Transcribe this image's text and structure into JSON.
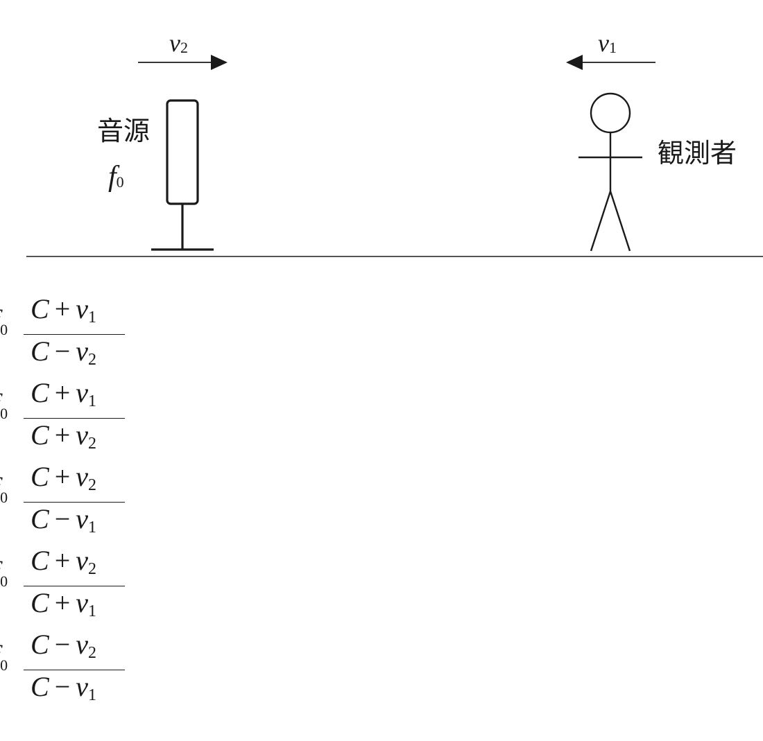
{
  "source": {
    "label": "音源",
    "freq_symbol": "f",
    "freq_subscript": "0"
  },
  "observer": {
    "label": "観測者"
  },
  "velocities": {
    "source": {
      "symbol": "v",
      "subscript": "2",
      "direction": "right"
    },
    "observer": {
      "symbol": "v",
      "subscript": "1",
      "direction": "left"
    }
  },
  "options": [
    {
      "num": {
        "a": "C",
        "op": "+",
        "v": "v",
        "sub": "1"
      },
      "den": {
        "a": "C",
        "op": "−",
        "v": "v",
        "sub": "2"
      }
    },
    {
      "num": {
        "a": "C",
        "op": "+",
        "v": "v",
        "sub": "1"
      },
      "den": {
        "a": "C",
        "op": "+",
        "v": "v",
        "sub": "2"
      }
    },
    {
      "num": {
        "a": "C",
        "op": "+",
        "v": "v",
        "sub": "2"
      },
      "den": {
        "a": "C",
        "op": "−",
        "v": "v",
        "sub": "1"
      }
    },
    {
      "num": {
        "a": "C",
        "op": "+",
        "v": "v",
        "sub": "2"
      },
      "den": {
        "a": "C",
        "op": "+",
        "v": "v",
        "sub": "1"
      }
    },
    {
      "num": {
        "a": "C",
        "op": "−",
        "v": "v",
        "sub": "2"
      },
      "den": {
        "a": "C",
        "op": "−",
        "v": "v",
        "sub": "1"
      }
    }
  ],
  "option_prefix": {
    "symbol": "f",
    "subscript": "0"
  }
}
